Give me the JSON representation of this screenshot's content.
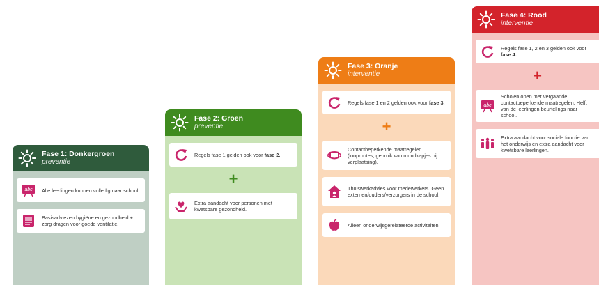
{
  "phases": [
    {
      "title": "Fase 1: Donkergroen",
      "subtitle": "preventie",
      "items": [
        {
          "icon": "abc-school-icon",
          "text": "Alle leerlingen kunnen volledig naar school."
        },
        {
          "icon": "document-icon",
          "text": "Basisadviezen hygiëne en gezondheid + zorg dragen voor goede ventilatie."
        }
      ]
    },
    {
      "title": "Fase 2: Groen",
      "subtitle": "preventie",
      "items": [
        {
          "icon": "refresh-icon",
          "text_before": "Regels fase 1 gelden ook voor ",
          "text_bold": "fase 2."
        },
        {
          "icon": "heart-hands-icon",
          "text": "Extra aandacht voor personen met kwetsbare gezondheid."
        }
      ]
    },
    {
      "title": "Fase 3: Oranje",
      "subtitle": "interventie",
      "items": [
        {
          "icon": "refresh-icon",
          "text_before": "Regels fase 1 en 2 gelden ook voor ",
          "text_bold": "fase 3."
        },
        {
          "icon": "face-mask-icon",
          "text": "Contactbeperkende maatregelen (looproutes, gebruik van mondkapjes bij verplaatsing)."
        },
        {
          "icon": "home-icon",
          "text": "Thuiswerkadvies voor medewerkers. Geen externen/ouders/verzorgers in de school."
        },
        {
          "icon": "apple-icon",
          "text": "Alleen onderwijsgerelateerde activiteiten."
        }
      ]
    },
    {
      "title": "Fase 4: Rood",
      "subtitle": "interventie",
      "items": [
        {
          "icon": "refresh-icon",
          "text_before": "Regels fase 1, 2 en 3 gelden ook voor ",
          "text_bold": "fase 4."
        },
        {
          "icon": "abc-school-icon",
          "text": "Scholen open met vergaande contactbeperkende maatregelen. Helft van de leerlingen beurtelings naar school."
        },
        {
          "icon": "people-icon",
          "text": "Extra aandacht voor sociale functie van het onderwijs en extra aandacht voor kwetsbare leerlingen."
        }
      ]
    }
  ],
  "plus_symbol": "+",
  "colors": {
    "phase1": "#2f5b3c",
    "phase2": "#3f8b1f",
    "phase3": "#ee7d16",
    "phase4": "#d3232b",
    "icon": "#c9256b"
  }
}
